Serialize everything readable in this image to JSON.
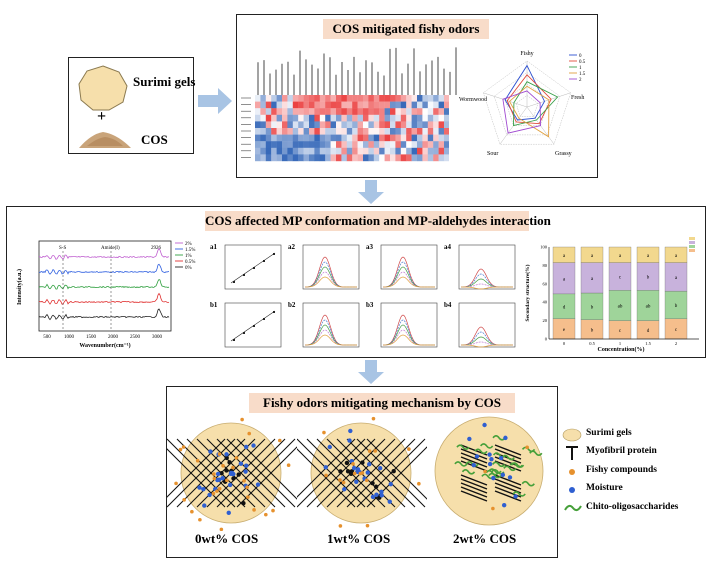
{
  "inputs": {
    "surimi_label": "Surimi gels",
    "plus": "+",
    "cos_label": "COS"
  },
  "top": {
    "banner": "COS mitigated fishy odors",
    "radar_axes": [
      "Fishy",
      "Fresh",
      "Grassy",
      "Sour",
      "Wormwood"
    ],
    "radar_legend": [
      "0",
      "0.5",
      "1",
      "1.5",
      "2"
    ],
    "radar_colors": [
      "#2c4fd0",
      "#e04a3a",
      "#3aa04a",
      "#e0a040",
      "#a04ad0"
    ]
  },
  "middle": {
    "banner": "COS affected MP conformation and MP-aldehydes interaction",
    "ftir": {
      "xlabel": "Wavenumber(cm⁻¹)",
      "ylabel": "Intensity(a.u.)",
      "peaks": [
        "S-S",
        "Amide(I)",
        "2926"
      ],
      "legend": [
        "2%",
        "1.5%",
        "1%",
        "0.5%",
        "0%"
      ],
      "xticks": [
        "500",
        "1000",
        "1500",
        "2000",
        "2500",
        "3000"
      ],
      "colors": [
        "#c060d0",
        "#3060e0",
        "#30a040",
        "#e03030",
        "#222222"
      ]
    },
    "fluor_labels": [
      "a1",
      "a2",
      "a3",
      "a4",
      "b1",
      "b2",
      "b3",
      "b4"
    ],
    "secondary": {
      "ylabel": "Secondary structure(%)",
      "xlabel": "Concentration(%)",
      "categories": [
        "0",
        "0.5",
        "1",
        "1.5",
        "2"
      ],
      "yticks": [
        "0",
        "20",
        "40",
        "60",
        "80",
        "100"
      ],
      "colors": [
        "#f2d88e",
        "#c8b2dc",
        "#9fd49a",
        "#f5be8c"
      ],
      "segments": [
        {
          "letters": [
            "e",
            "d",
            "a",
            "a"
          ],
          "values": [
            22,
            27,
            34,
            17
          ]
        },
        {
          "letters": [
            "b",
            "b",
            "a",
            "a"
          ],
          "values": [
            21,
            29,
            33,
            17
          ]
        },
        {
          "letters": [
            "c",
            "ab",
            "c",
            "a"
          ],
          "values": [
            20,
            33,
            30,
            17
          ]
        },
        {
          "letters": [
            "d",
            "ab",
            "b",
            "a"
          ],
          "values": [
            20,
            33,
            30,
            17
          ]
        },
        {
          "letters": [
            "c",
            "b",
            "a",
            "a"
          ],
          "values": [
            22,
            30,
            31,
            17
          ]
        }
      ]
    }
  },
  "bottom": {
    "banner": "Fishy odors mitigating mechanism by COS",
    "captions": [
      "0wt% COS",
      "1wt% COS",
      "2wt% COS"
    ],
    "legend": [
      "Surimi gels",
      "Myofibril protein",
      "Fishy compounds",
      "Moisture",
      "Chito-oligosaccharides"
    ],
    "colors": {
      "gel": "#f6dfab",
      "fishy": "#e6912e",
      "moisture": "#2f5fd1",
      "cos": "#46a03a",
      "protein": "#111111"
    }
  }
}
